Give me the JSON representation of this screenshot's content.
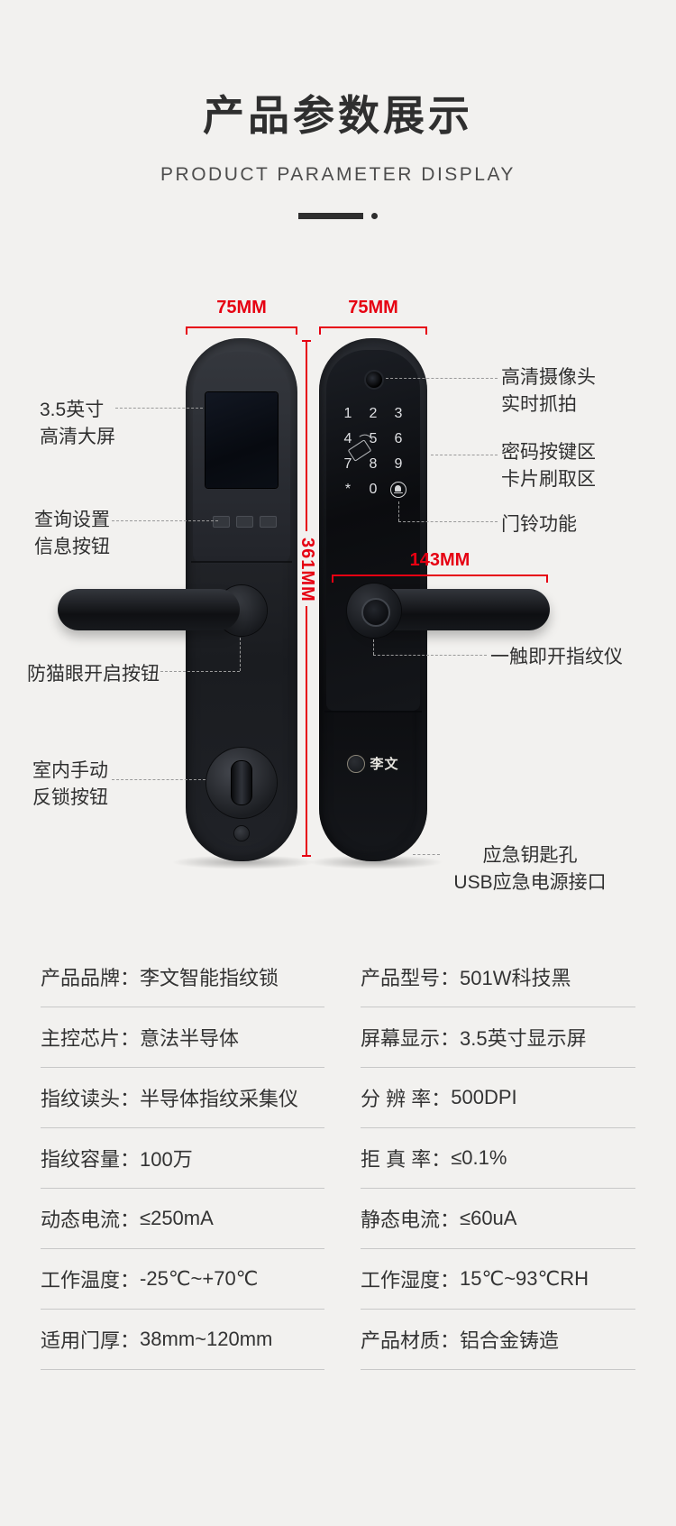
{
  "header": {
    "title": "产品参数展示",
    "subtitle": "PRODUCT PARAMETER DISPLAY"
  },
  "diagram": {
    "dimensions": {
      "left_lock_width": "75MM",
      "right_lock_width": "75MM",
      "lock_height": "361MM",
      "handle_length": "143MM"
    },
    "callouts": {
      "screen": "3.5英寸\n高清大屏",
      "info_buttons": "查询设置\n信息按钮",
      "anti_peephole": "防猫眼开启按钮",
      "indoor_lock": "室内手动\n反锁按钮",
      "camera": "高清摄像头\n实时抓拍",
      "keypad_area": "密码按键区\n卡片刷取区",
      "doorbell": "门铃功能",
      "fingerprint": "一触即开指纹仪",
      "emergency": "应急钥匙孔\nUSB应急电源接口"
    },
    "keypad_keys": [
      "1",
      "2",
      "3",
      "4",
      "5",
      "6",
      "7",
      "8",
      "9",
      "*",
      "0"
    ],
    "doorbell_key_icon": "bell-in-circle",
    "card_swipe_icon": "card-swipe-waves",
    "logo_text": "李文",
    "accent_color": "#e60012"
  },
  "specs": {
    "rows": [
      {
        "label": "产品品牌：",
        "value": "李文智能指纹锁"
      },
      {
        "label": "产品型号：",
        "value": "501W科技黑"
      },
      {
        "label": "主控芯片：",
        "value": "意法半导体"
      },
      {
        "label": "屏幕显示：",
        "value": "3.5英寸显示屏"
      },
      {
        "label": "指纹读头：",
        "value": "半导体指纹采集仪"
      },
      {
        "label": "分 辨 率：",
        "value": "500DPI"
      },
      {
        "label": "指纹容量：",
        "value": "100万"
      },
      {
        "label": "拒 真 率：",
        "value": "≤0.1%"
      },
      {
        "label": "动态电流：",
        "value": "≤250mA"
      },
      {
        "label": "静态电流：",
        "value": "≤60uA"
      },
      {
        "label": "工作温度：",
        "value": "-25℃~+70℃"
      },
      {
        "label": "工作湿度：",
        "value": "15℃~93℃RH"
      },
      {
        "label": "适用门厚：",
        "value": "38mm~120mm"
      },
      {
        "label": "产品材质：",
        "value": "铝合金铸造"
      }
    ]
  }
}
